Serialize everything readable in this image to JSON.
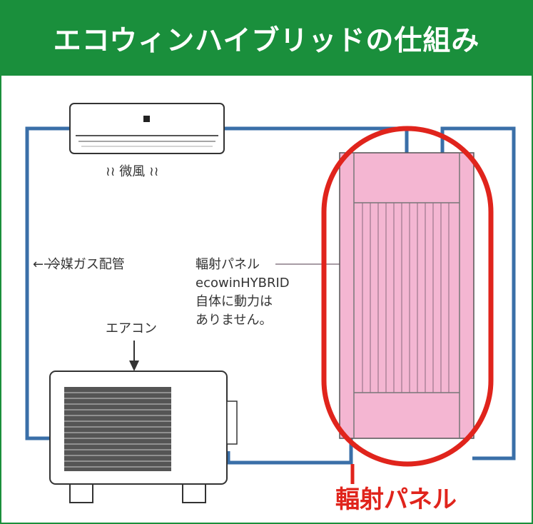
{
  "title": "エコウィンハイブリッドの仕組み",
  "labels": {
    "breeze": "≀≀ 微風 ≀≀",
    "pipe": "← 冷媒ガス配管",
    "panel_desc_line1": "輻射パネル",
    "panel_desc_line2": "ecowinHYBRID",
    "panel_desc_line3": "自体に動力は",
    "panel_desc_line4": "ありません。",
    "aircon": "エアコン",
    "panel_callout": "輻射パネル"
  },
  "colors": {
    "brand_green": "#1a8f3c",
    "pipe_blue": "#3a6fa8",
    "panel_pink": "#f4b6d2",
    "highlight_red": "#e0241c"
  }
}
